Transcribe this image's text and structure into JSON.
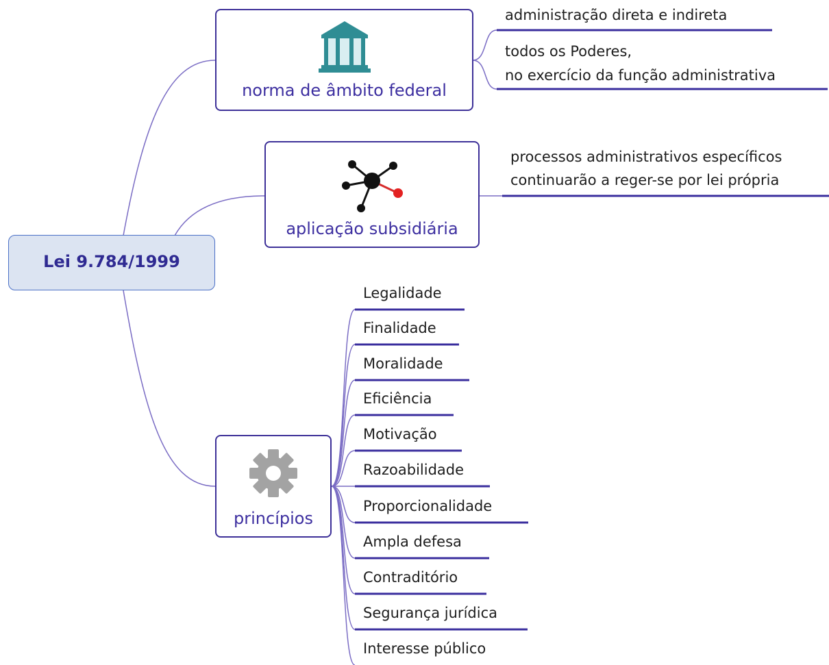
{
  "root": {
    "label": "Lei 9.784/1999"
  },
  "branches": {
    "federal": {
      "label": "norma de âmbito federal",
      "icon": "courthouse-icon",
      "leaves": [
        "administração direta e indireta",
        "todos os Poderes,\nno exercício da função administrativa"
      ]
    },
    "subsidiaria": {
      "label": "aplicação subsidiária",
      "icon": "network-icon",
      "leaves": [
        "processos administrativos específicos\ncontinuarão a reger-se por lei própria"
      ]
    },
    "principios": {
      "label": "princípios",
      "icon": "gear-icon",
      "leaves": [
        "Legalidade",
        "Finalidade",
        "Moralidade",
        "Eficiência",
        "Motivação",
        "Razoabilidade",
        "Proporcionalidade",
        "Ampla defesa",
        "Contraditório",
        "Segurança jurídica",
        "Interesse público"
      ]
    }
  },
  "colors": {
    "connector": "#7a6cc4",
    "underline": "#3a2e9e",
    "node_border": "#3d3098",
    "node_text": "#3d2fa0",
    "root_fill": "#dce4f2",
    "root_border": "#4a6fc6"
  }
}
